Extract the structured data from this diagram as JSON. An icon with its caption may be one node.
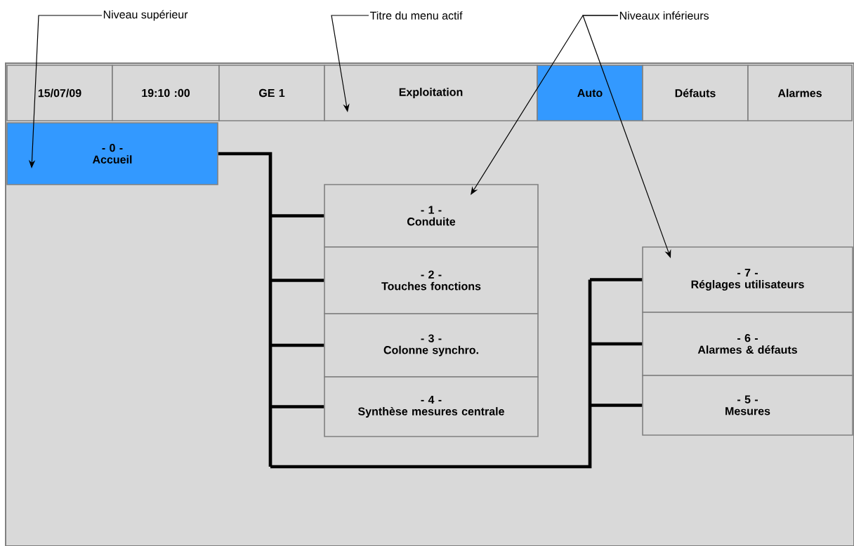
{
  "diagram": {
    "nodes": [
      {
        "text": [
          "15/07/09"
        ]
      },
      {
        "text": [
          "19:10 :00"
        ]
      },
      {
        "text": [
          "GE 1"
        ]
      },
      {
        "text": [
          "Exploitation"
        ]
      },
      {
        "text": [
          "Auto"
        ]
      },
      {
        "text": [
          "Défauts"
        ]
      },
      {
        "text": [
          "Alarmes"
        ]
      },
      {
        "text": [
          "- 0 -",
          "Accueil"
        ]
      },
      {
        "text": [
          "- 1 -",
          "Conduite"
        ]
      },
      {
        "text": [
          "- 2 -",
          "Touches fonctions"
        ]
      },
      {
        "text": [
          "- 3 -",
          "Colonne synchro."
        ]
      },
      {
        "text": [
          "- 4 -",
          "Synthèse mesures centrale"
        ]
      },
      {
        "text": [
          "- 7 -",
          "Réglages utilisateurs"
        ]
      },
      {
        "text": [
          "- 6 -",
          "Alarmes & défauts"
        ]
      },
      {
        "text": [
          "- 5 -",
          "Mesures"
        ]
      },
      {
        "text": [
          "Niveau supérieur"
        ]
      },
      {
        "text": [
          "Titre du menu actif"
        ]
      },
      {
        "text": [
          "Niveaux inférieurs"
        ]
      }
    ],
    "edges": [
      {
        "from": 7,
        "to": 8,
        "arrow": "none"
      },
      {
        "from": 7,
        "to": 9,
        "arrow": "none"
      },
      {
        "from": 7,
        "to": 10,
        "arrow": "none"
      },
      {
        "from": 7,
        "to": 11,
        "arrow": "none"
      },
      {
        "from": 7,
        "to": 12,
        "arrow": "none"
      },
      {
        "from": 7,
        "to": 13,
        "arrow": "none"
      },
      {
        "from": 7,
        "to": 14,
        "arrow": "none"
      },
      {
        "from": 15,
        "to": 7,
        "arrow": "to"
      },
      {
        "from": 16,
        "to": 3,
        "arrow": "to"
      },
      {
        "from": 17,
        "to": 8,
        "arrow": "to"
      },
      {
        "from": 17,
        "to": 12,
        "arrow": "to"
      }
    ]
  }
}
